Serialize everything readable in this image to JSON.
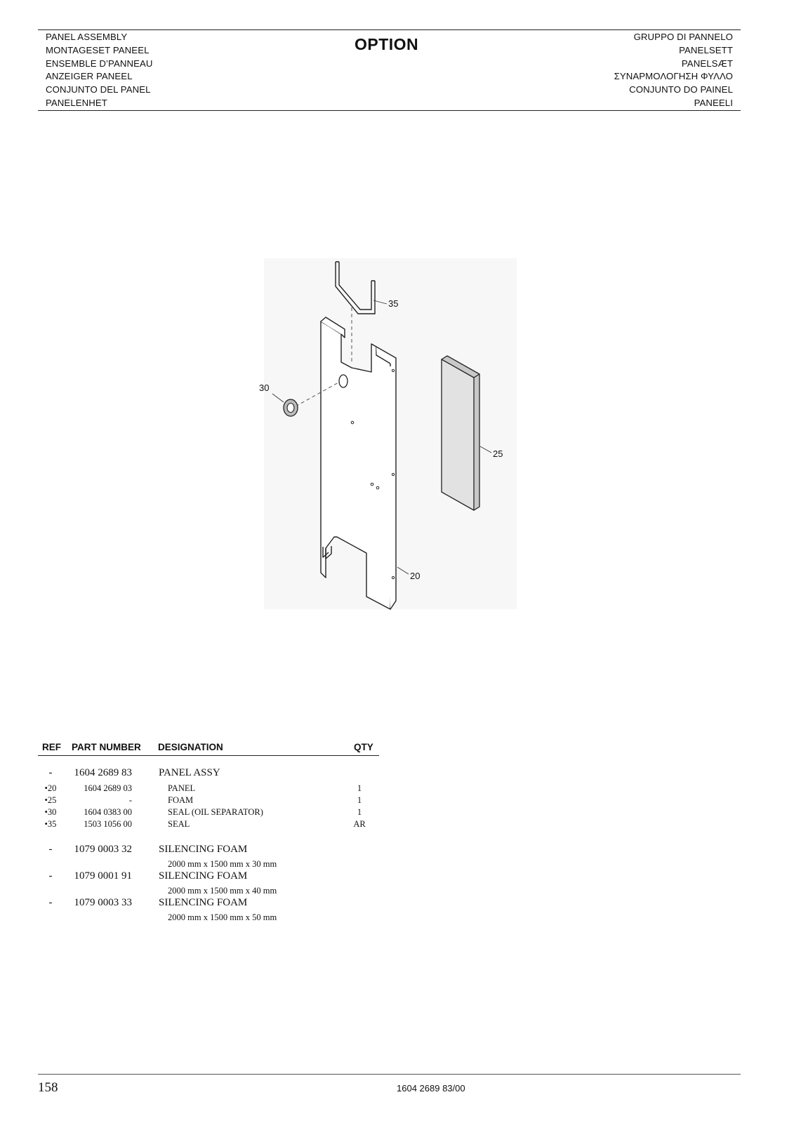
{
  "header": {
    "left_titles": [
      "PANEL ASSEMBLY",
      "MONTAGESET PANEEL",
      "ENSEMBLE D’PANNEAU",
      "ANZEIGER PANEEL",
      "CONJUNTO DEL PANEL",
      "PANELENHET"
    ],
    "right_titles": [
      "GRUPPO DI PANNELO",
      "PANELSETT",
      "PANELSÆT",
      "ΣΥΝΑΡΜΟΛΟΓΗΣΗ ΦΥΛΛΟ",
      "CONJUNTO DO PAINEL",
      "PANEELI"
    ],
    "option_label": "OPTION"
  },
  "figure": {
    "callouts": {
      "c35": "35",
      "c30": "30",
      "c25": "25",
      "c20": "20"
    }
  },
  "parts_table": {
    "columns": {
      "ref": "REF",
      "part_number": "PART NUMBER",
      "designation": "DESIGNATION",
      "qty": "QTY"
    },
    "rows": [
      {
        "ref": "-",
        "part_number": "1604 2689 83",
        "designation": "PANEL ASSY",
        "qty": ""
      },
      {
        "ref": "•20",
        "part_number": "1604 2689 03",
        "designation": "PANEL",
        "qty": "1"
      },
      {
        "ref": "•25",
        "part_number": "-",
        "designation": "FOAM",
        "qty": "1"
      },
      {
        "ref": "•30",
        "part_number": "1604 0383 00",
        "designation": "SEAL (OIL SEPARATOR)",
        "qty": "1"
      },
      {
        "ref": "•35",
        "part_number": "1503 1056 00",
        "designation": "SEAL",
        "qty": "AR"
      },
      {
        "ref": "-",
        "part_number": "1079 0003 32",
        "designation": "SILENCING FOAM",
        "qty": ""
      },
      {
        "ref": "",
        "part_number": "",
        "designation": "2000 mm x 1500 mm x 30 mm",
        "qty": ""
      },
      {
        "ref": "-",
        "part_number": "1079 0001 91",
        "designation": "SILENCING FOAM",
        "qty": ""
      },
      {
        "ref": "",
        "part_number": "",
        "designation": "2000 mm x 1500 mm x 40 mm",
        "qty": ""
      },
      {
        "ref": "-",
        "part_number": "1079 0003 33",
        "designation": "SILENCING FOAM",
        "qty": ""
      },
      {
        "ref": "",
        "part_number": "",
        "designation": "2000 mm x 1500 mm x 50 mm",
        "qty": ""
      }
    ]
  },
  "footer": {
    "page_number": "158",
    "document_number": "1604 2689 83/00"
  }
}
